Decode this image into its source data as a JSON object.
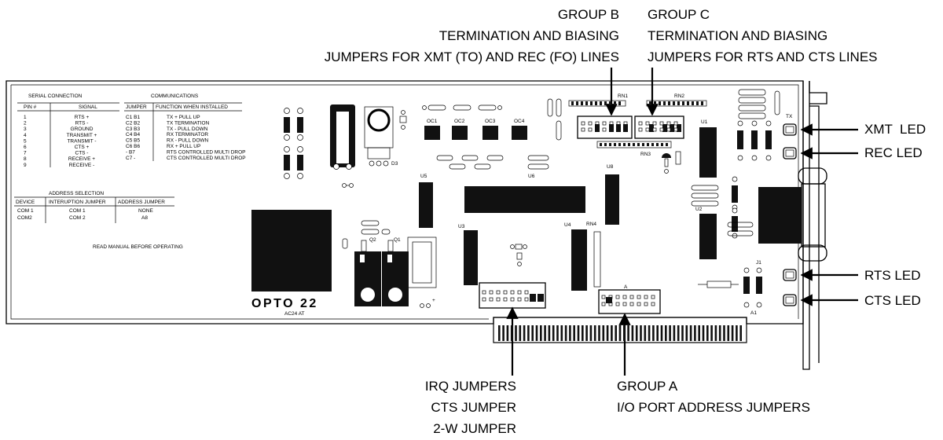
{
  "callouts": {
    "group_b": [
      "GROUP B",
      "TERMINATION AND BIASING",
      "JUMPERS FOR XMT (TO) AND REC (FO) LINES"
    ],
    "group_c": [
      "GROUP C",
      "TERMINATION AND BIASING",
      "JUMPERS FOR RTS AND CTS LINES"
    ],
    "xmt_led": "XMT  LED",
    "rec_led": "REC LED",
    "rts_led": "RTS LED",
    "cts_led": "CTS LED",
    "irq": [
      "IRQ JUMPERS",
      "CTS JUMPER",
      "2-W JUMPER"
    ],
    "group_a": [
      "GROUP A",
      "I/O PORT ADDRESS JUMPERS"
    ]
  },
  "serial_table": {
    "title": "SERIAL CONNECTION",
    "headers": [
      "PIN #",
      "SIGNAL"
    ],
    "pins": [
      "1",
      "2",
      "3",
      "4",
      "5",
      "6",
      "7",
      "8",
      "9"
    ],
    "signals": [
      "RTS +",
      "RTS -",
      "GROUND",
      "TRANSMIT +",
      "TRANSMIT -",
      "CTS +",
      "CTS -",
      "RECEIVE +",
      "RECEIVE -"
    ]
  },
  "comm_table": {
    "title": "COMMUNICATIONS",
    "headers": [
      "JUMPER",
      "FUNCTION WHEN INSTALLED"
    ],
    "jumpers": [
      "C1  B1",
      "C2  B2",
      "C3  B3",
      "C4  B4",
      "C5  B5",
      "C6  B6",
      "-    B7",
      "C7  -"
    ],
    "functions": [
      "TX + PULL UP",
      "TX TERMINATION",
      "TX - PULL DOWN",
      "RX TERMINATOR",
      "RX - PULL DOWN",
      "RX + PULL UP",
      "RTS CONTROLLED MULTI DROP",
      "CTS CONTROLLED MULTI DROP"
    ]
  },
  "address_table": {
    "title": "ADDRESS SELECTION",
    "headers": [
      "DEVICE",
      "INTERUPTION JUMPER",
      "ADDRESS JUMPER"
    ],
    "rows": [
      [
        "COM 1",
        "COM 1",
        "NONE"
      ],
      [
        "COM2",
        "COM 2",
        "A8"
      ]
    ]
  },
  "board": {
    "notice": "READ MANUAL BEFORE OPERATING",
    "brand": "OPTO 22",
    "model": "AC24 AT",
    "labels": {
      "rn1": "RN1",
      "rn2": "RN2",
      "rn3": "RN3",
      "rn4": "RN4",
      "oc1": "OC1",
      "oc2": "OC2",
      "oc3": "OC3",
      "oc4": "OC4",
      "u1": "U1",
      "u2": "U2",
      "u3": "U3",
      "u4": "U4",
      "u5": "U5",
      "u6": "U6",
      "u8": "U8",
      "tx": "TX",
      "j1": "J1",
      "a1": "A1",
      "q1": "Q1",
      "q2": "Q2",
      "d3": "D3"
    }
  }
}
